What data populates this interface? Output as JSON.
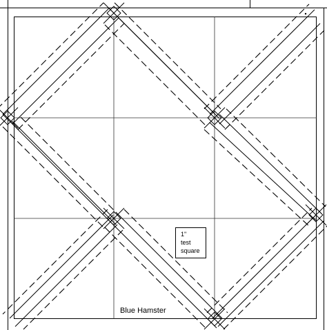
{
  "test_square": {
    "line1": "1\"",
    "line2": "test",
    "line3": "square"
  },
  "credit": "Blue Hamster",
  "colors": {
    "ink": "#000000",
    "grid": "#333333",
    "background": "#ffffff"
  }
}
